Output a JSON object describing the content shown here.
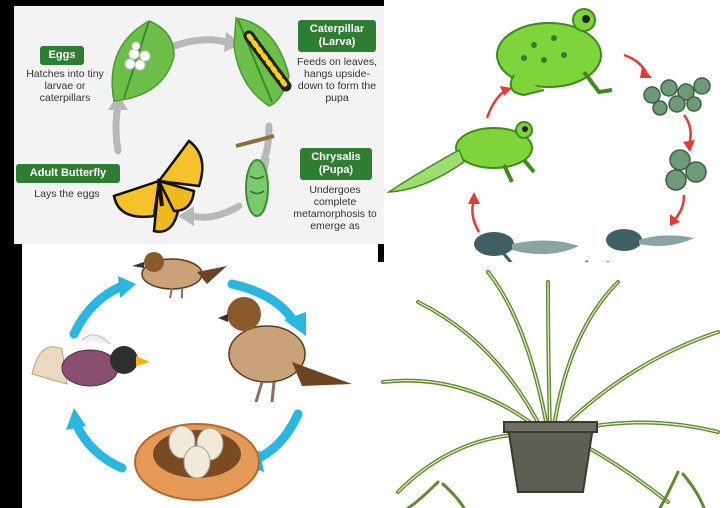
{
  "butterfly_cycle": {
    "stages": [
      {
        "label": "Eggs",
        "description": "Hatches into tiny larvae or caterpillars"
      },
      {
        "label": "Caterpillar (Larva)",
        "description": "Feeds on leaves, hangs upside-down to form the pupa"
      },
      {
        "label": "Chrysalis (Pupa)",
        "description": "Undergoes complete metamorphosis to emerge as"
      },
      {
        "label": "Adult Butterfly",
        "description": "Lays the eggs"
      }
    ],
    "colors": {
      "label_bg": "#2e7d32",
      "arrow": "#b8b8b8",
      "leaf": "#6cc04a"
    }
  },
  "frog_cycle": {
    "stages": [
      "adult frog",
      "frogspawn",
      "eggs with embryos",
      "tadpole",
      "tadpole with legs",
      "froglet"
    ],
    "colors": {
      "arrow": "#e53935",
      "frog": "#7ed43a"
    }
  },
  "bird_cycle": {
    "stages": [
      "adult bird",
      "adult bird",
      "eggs in nest",
      "hatchling"
    ],
    "colors": {
      "arrow": "#29b6e0"
    }
  },
  "plant": {
    "subject": "spider plant in pot"
  }
}
